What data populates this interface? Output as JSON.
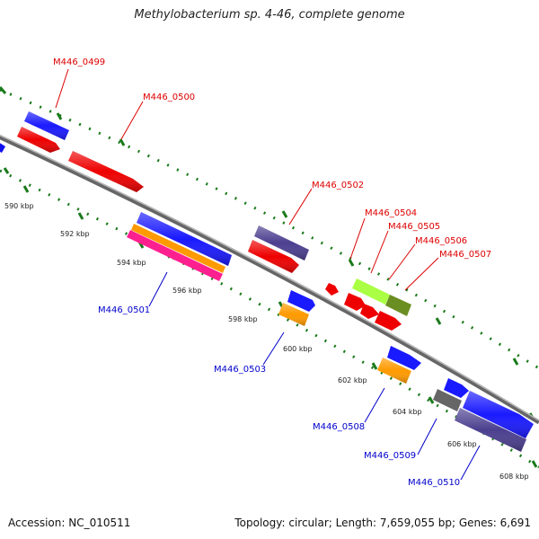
{
  "title": "Methylobacterium sp. 4-46, complete genome",
  "footer": {
    "accession": "Accession: NC_010511",
    "topology": "Topology: circular; Length: 7,659,055 bp; Genes: 6,691"
  },
  "colors": {
    "background": "#ffffff",
    "backbone": "#808080",
    "tick_green": "#1a7a1a",
    "upper_label": "#dd0000",
    "lower_label": "#0000cc"
  },
  "scale_labels": [
    "590 kbp",
    "592 kbp",
    "594 kbp",
    "596 kbp",
    "598 kbp",
    "600 kbp",
    "602 kbp",
    "604 kbp",
    "606 kbp",
    "608 kbp"
  ],
  "gene_labels_upper": [
    "M446_0499",
    "M446_0500",
    "M446_0502",
    "M446_0504",
    "M446_0505",
    "M446_0506",
    "M446_0507"
  ],
  "gene_labels_lower": [
    "M446_0501",
    "M446_0503",
    "M446_0508",
    "M446_0509",
    "M446_0510"
  ],
  "feature_colors": [
    "blue",
    "red",
    "darkslateblue",
    "orange",
    "deeppink",
    "greenyellow",
    "olivedrab",
    "dimgray"
  ]
}
